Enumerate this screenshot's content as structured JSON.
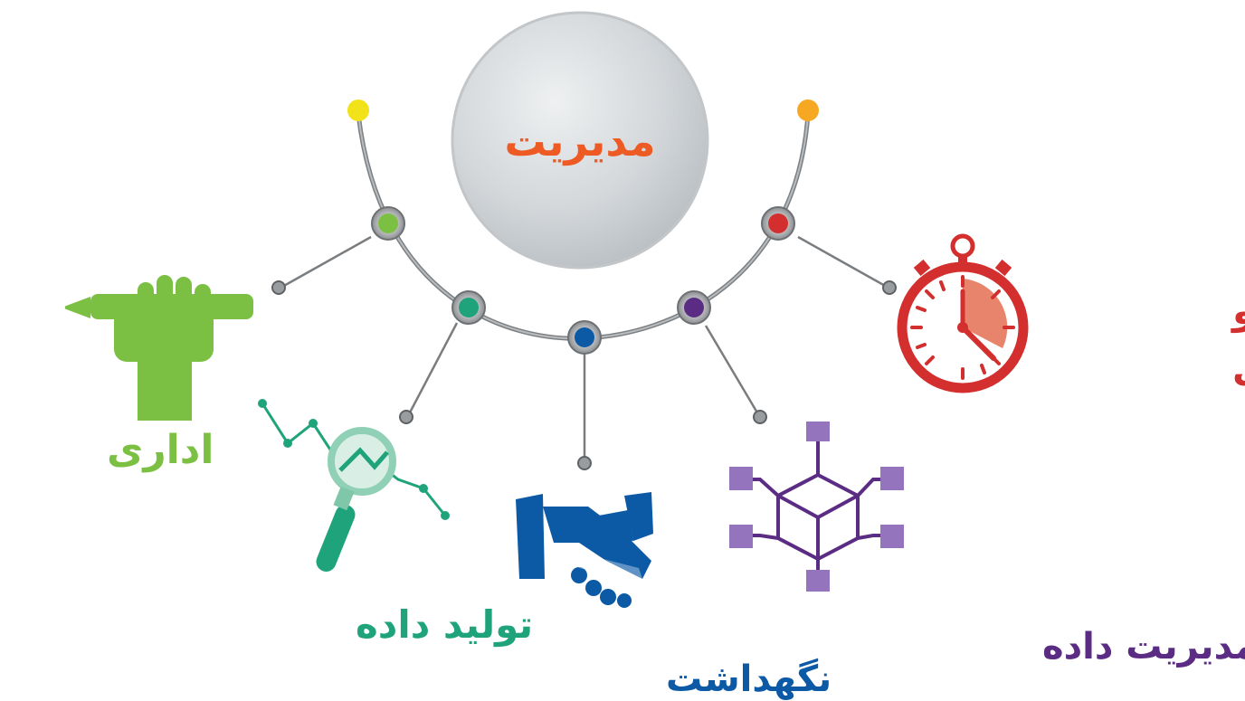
{
  "center": {
    "title": "مدیریت",
    "title_color": "#ee5a24",
    "circle_color": "#d6dadd"
  },
  "branches": [
    {
      "key": "admin",
      "label": "اداری",
      "color": "#7bc043",
      "icon": "hand-holding-pen-icon"
    },
    {
      "key": "production",
      "label": "تولید داده",
      "color": "#1fa37a",
      "icon": "magnifier-chart-icon"
    },
    {
      "key": "maintenance",
      "label": "نگهداشت",
      "color": "#0c5aa6",
      "icon": "handshake-icon"
    },
    {
      "key": "data_management",
      "label": "مدیریت داده",
      "color": "#5b2c83",
      "icon": "network-cube-icon"
    },
    {
      "key": "measurement",
      "label_line1": "سنجش و",
      "label_line2": "اندازه گیری",
      "color": "#d32f2f",
      "icon": "stopwatch-icon"
    }
  ],
  "arc_end_colors": {
    "left": "#f2e21a",
    "right": "#f7a823"
  }
}
